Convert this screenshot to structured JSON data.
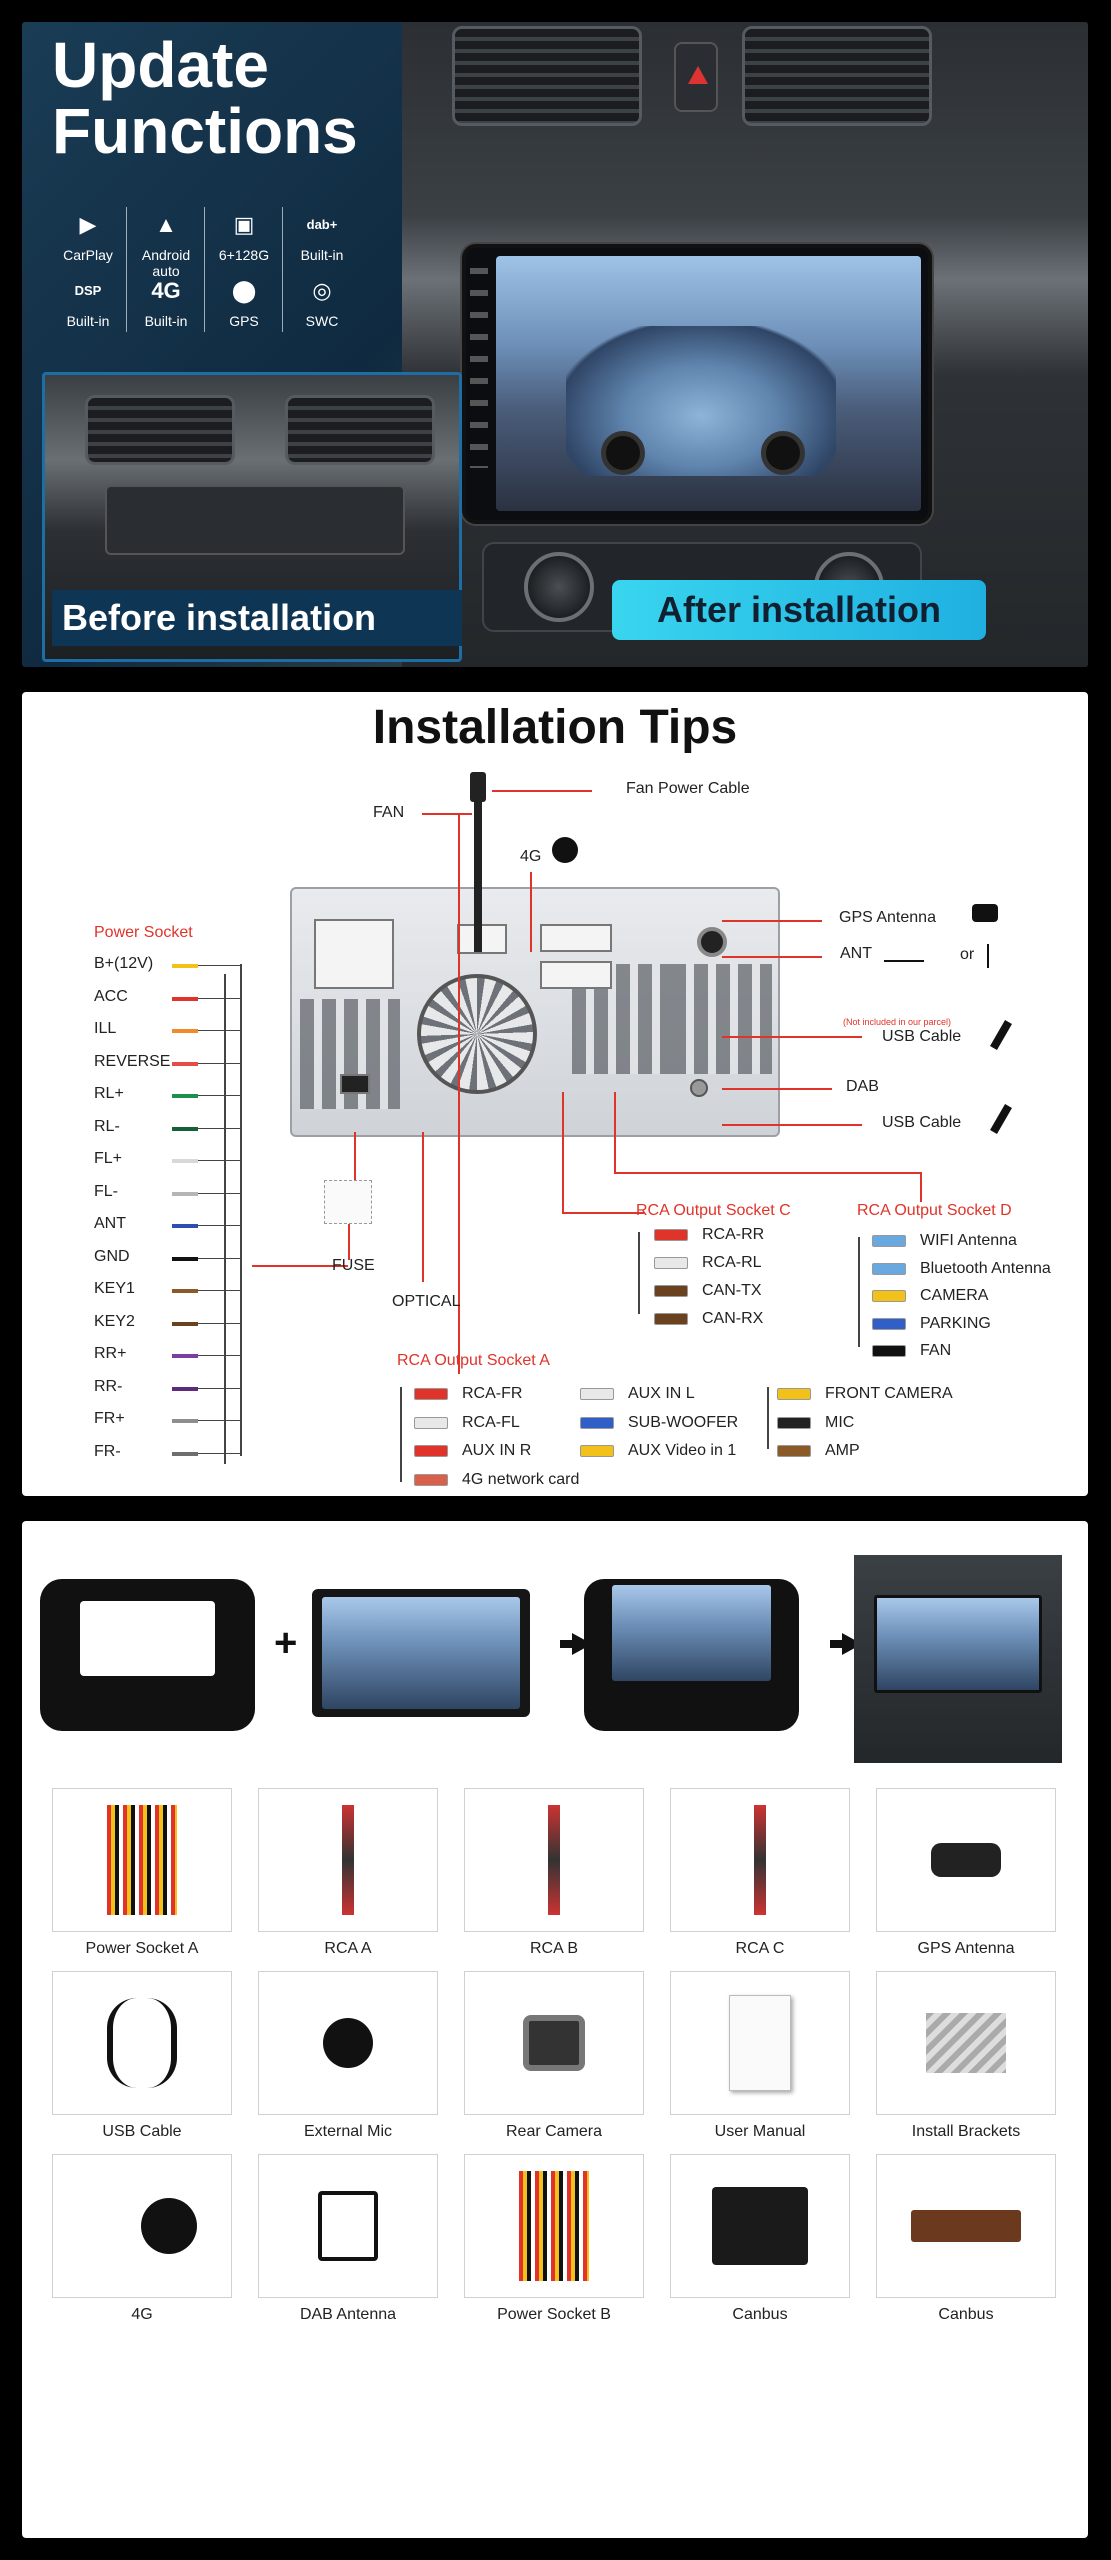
{
  "panel1": {
    "title_line1": "Update",
    "title_line2": "Functions",
    "features": [
      {
        "label": "CarPlay",
        "icon": "carplay-icon",
        "glyph": "▶"
      },
      {
        "label": "Android auto",
        "icon": "android-auto-icon",
        "glyph": "▲"
      },
      {
        "label": "6+128G",
        "icon": "chip-icon",
        "glyph": "▣"
      },
      {
        "label": "Built-in",
        "icon": "dab-icon",
        "glyph": "dab+"
      },
      {
        "label": "Built-in",
        "icon": "dsp-icon",
        "glyph": "DSP"
      },
      {
        "label": "Built-in",
        "icon": "4g-icon",
        "glyph": "4G"
      },
      {
        "label": "GPS",
        "icon": "gps-pin-icon",
        "glyph": "⬤"
      },
      {
        "label": "SWC",
        "icon": "steering-wheel-icon",
        "glyph": "◎"
      }
    ],
    "before_label": "Before installation",
    "after_label": "After installation"
  },
  "panel2": {
    "title": "Installation Tips",
    "fan_power_cable": "Fan Power Cable",
    "fan": "FAN",
    "four_g": "4G",
    "gps_antenna": "GPS Antenna",
    "ant": "ANT",
    "or": "or",
    "not_included": "(Not included in our parcel)",
    "usb_cable_1": "USB Cable",
    "dab": "DAB",
    "usb_cable_2": "USB Cable",
    "fuse": "FUSE",
    "optical": "OPTICAL",
    "power_socket": {
      "title": "Power Socket",
      "items": [
        {
          "label": "B+(12V)",
          "color": "#f2c21b"
        },
        {
          "label": "ACC",
          "color": "#e0332a"
        },
        {
          "label": "ILL",
          "color": "#f08a2a"
        },
        {
          "label": "REVERSE",
          "color": "#e54b4b"
        },
        {
          "label": "RL+",
          "color": "#1e8f4e"
        },
        {
          "label": "RL-",
          "color": "#175f39"
        },
        {
          "label": "FL+",
          "color": "#d8d8d8"
        },
        {
          "label": "FL-",
          "color": "#b5b5b5"
        },
        {
          "label": "ANT",
          "color": "#2f4fb0"
        },
        {
          "label": "GND",
          "color": "#111111"
        },
        {
          "label": "KEY1",
          "color": "#8a5a2b"
        },
        {
          "label": "KEY2",
          "color": "#6b4220"
        },
        {
          "label": "RR+",
          "color": "#7b3fa0"
        },
        {
          "label": "RR-",
          "color": "#5c2c7a"
        },
        {
          "label": "FR+",
          "color": "#8e8e8e"
        },
        {
          "label": "FR-",
          "color": "#6e6e6e"
        }
      ]
    },
    "rca_a": {
      "title": "RCA Output Socket A",
      "items": [
        {
          "label": "RCA-FR",
          "color": "#e0332a"
        },
        {
          "label": "RCA-FL",
          "color": "#e8e8e8"
        },
        {
          "label": "AUX IN R",
          "color": "#e0332a"
        },
        {
          "label": "4G network card",
          "color": "#d9604a"
        }
      ]
    },
    "rca_aux": [
      {
        "label": "AUX IN L",
        "color": "#e8e8e8"
      },
      {
        "label": "SUB-WOOFER",
        "color": "#2f5fc7"
      },
      {
        "label": "AUX Video in 1",
        "color": "#f2c21b"
      }
    ],
    "rca_front": [
      {
        "label": "FRONT CAMERA",
        "color": "#f2c21b"
      },
      {
        "label": "MIC",
        "color": "#222222"
      },
      {
        "label": "AMP",
        "color": "#8a5a2b"
      }
    ],
    "rca_c": {
      "title": "RCA Output Socket C",
      "items": [
        {
          "label": "RCA-RR",
          "color": "#e0332a"
        },
        {
          "label": "RCA-RL",
          "color": "#e8e8e8"
        },
        {
          "label": "CAN-TX",
          "color": "#6b4220"
        },
        {
          "label": "CAN-RX",
          "color": "#6b4220"
        }
      ]
    },
    "rca_d": {
      "title": "RCA Output Socket D",
      "items": [
        {
          "label": "WIFI Antenna",
          "color": "#6aa9e0"
        },
        {
          "label": "Bluetooth Antenna",
          "color": "#6aa9e0"
        },
        {
          "label": "CAMERA",
          "color": "#f2c21b"
        },
        {
          "label": "PARKING",
          "color": "#2f5fc7"
        },
        {
          "label": "FAN",
          "color": "#111111"
        }
      ]
    }
  },
  "panel3": {
    "accessories": [
      {
        "label": "Power Socket A",
        "icon": "harness-icon"
      },
      {
        "label": "RCA  A",
        "icon": "rca-cable-icon"
      },
      {
        "label": "RCA  B",
        "icon": "rca-cable-icon"
      },
      {
        "label": "RCA  C",
        "icon": "rca-cable-icon"
      },
      {
        "label": "GPS Antenna",
        "icon": "gps-antenna-icon"
      },
      {
        "label": "USB Cable",
        "icon": "usb-cable-icon"
      },
      {
        "label": "External Mic",
        "icon": "mic-icon"
      },
      {
        "label": "Rear Camera",
        "icon": "camera-icon"
      },
      {
        "label": "User Manual",
        "icon": "manual-icon"
      },
      {
        "label": "Install Brackets",
        "icon": "bracket-icon"
      },
      {
        "label": "4G",
        "icon": "4g-antenna-icon"
      },
      {
        "label": "DAB Antenna",
        "icon": "dab-antenna-icon"
      },
      {
        "label": "Power Socket B",
        "icon": "harness-icon"
      },
      {
        "label": "Canbus",
        "icon": "canbus-icon"
      },
      {
        "label": "Canbus",
        "icon": "canbus-box-icon"
      }
    ],
    "plus": "+"
  }
}
